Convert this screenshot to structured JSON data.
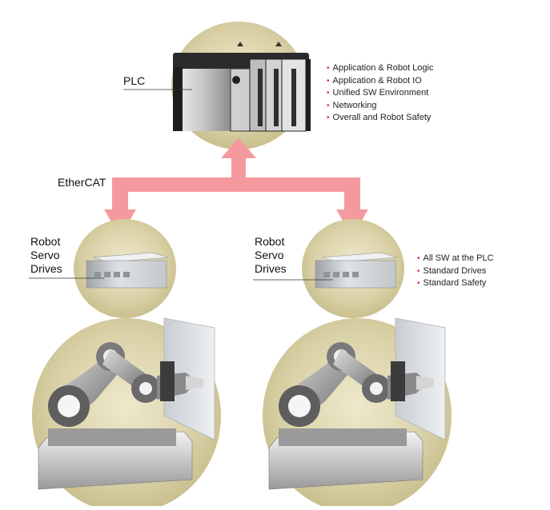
{
  "plc": {
    "label": "PLC",
    "features": [
      "Application & Robot Logic",
      "Application & Robot IO",
      "Unified SW Environment",
      "Networking",
      "Overall and Robot Safety"
    ]
  },
  "network": {
    "label": "EtherCAT"
  },
  "drives_left": {
    "label_lines": [
      "Robot",
      "Servo",
      "Drives"
    ]
  },
  "drives_right": {
    "label_lines": [
      "Robot",
      "Servo",
      "Drives"
    ],
    "features": [
      "All SW at the PLC",
      "Standard Drives",
      "Standard Safety"
    ]
  },
  "colors": {
    "circle_fill": "#d8d0a6",
    "arrow": "#f49a9f",
    "bullet": "#e0303a",
    "device_dark": "#2b2b2b",
    "device_light": "#d9dadb"
  }
}
